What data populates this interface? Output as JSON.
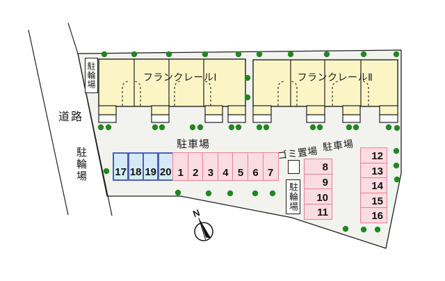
{
  "site": {
    "road_label": "道路",
    "road_bicycle_label": "駐輪場",
    "north_label": "N",
    "building1": {
      "name": "フランクレールⅠ",
      "bicycle_box_label": "駐輪場"
    },
    "building2": {
      "name": "フランクレールⅡ"
    }
  },
  "parking": {
    "front_lot_label": "駐車場",
    "right_lot_label": "駐車場",
    "garbage_label": "ゴミ置場",
    "lower_bicycle_label": "駐輪場",
    "front_row": {
      "blue_spaces": [
        "17",
        "18",
        "19",
        "20"
      ],
      "pink_spaces": [
        "1",
        "2",
        "3",
        "4",
        "5",
        "6",
        "7"
      ]
    },
    "col_a_spaces": [
      "8",
      "9",
      "10",
      "11"
    ],
    "col_b_spaces": [
      "12",
      "13",
      "14",
      "15",
      "16"
    ]
  },
  "colors": {
    "site_fill": "#f2f2ef",
    "outline": "#1f1f1f",
    "building_fill": "#fbf5c6",
    "blue_space_fill": "#d5eaf7",
    "blue_space_border": "#4e5fae",
    "pink_space_fill": "#fbdce2",
    "pink_space_border": "#e8808f",
    "tree_green": "#218721"
  }
}
